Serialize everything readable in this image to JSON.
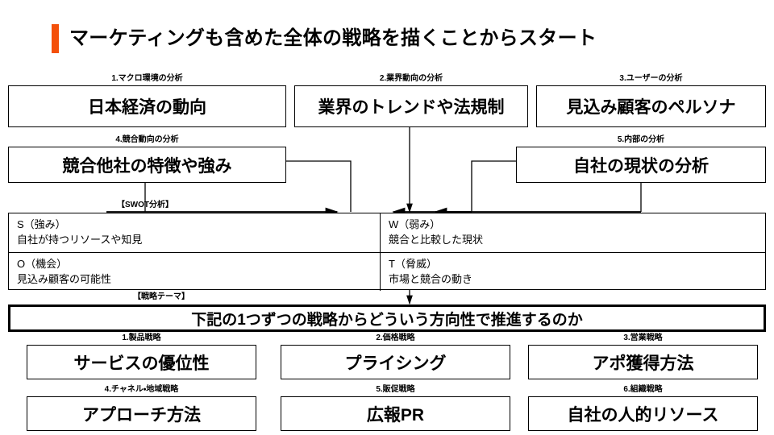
{
  "header": {
    "title": "マーケティングも含めた全体の戦略を描くことからスタート",
    "accent_color": "#F4500A"
  },
  "analysis_row1": [
    {
      "caption": "1.マクロ環境の分析",
      "label": "日本経済の動向"
    },
    {
      "caption": "2.業界動向の分析",
      "label": "業界のトレンドや法規制"
    },
    {
      "caption": "3.ユーザーの分析",
      "label": "見込み顧客のペルソナ"
    }
  ],
  "analysis_row2": [
    {
      "caption": "4.競合動向の分析",
      "label": "競合他社の特徴や強み"
    },
    {
      "caption": "5.内部の分析",
      "label": "自社の現状の分析"
    }
  ],
  "swot": {
    "caption": "【SWOT分析】",
    "cells": [
      {
        "heading": "S（強み）",
        "detail": "自社が持つリソースや知見"
      },
      {
        "heading": "W（弱み）",
        "detail": "競合と比較した現状"
      },
      {
        "heading": "O（機会）",
        "detail": "見込み顧客の可能性"
      },
      {
        "heading": "T（脅威）",
        "detail": "市場と競合の動き"
      }
    ]
  },
  "theme": {
    "caption": "【戦略テーマ】",
    "label": "下記の1つずつの戦略からどういう方向性で推進するのか"
  },
  "strategies": [
    {
      "caption": "1.製品戦略",
      "label": "サービスの優位性"
    },
    {
      "caption": "2.価格戦略",
      "label": "プライシング"
    },
    {
      "caption": "3.営業戦略",
      "label": "アポ獲得方法"
    },
    {
      "caption": "4.チャネル・地域戦略",
      "label": "アプローチ方法"
    },
    {
      "caption": "5.販促戦略",
      "label": "広報PR"
    },
    {
      "caption": "6.組織戦略",
      "label": "自社の人的リソース"
    }
  ]
}
